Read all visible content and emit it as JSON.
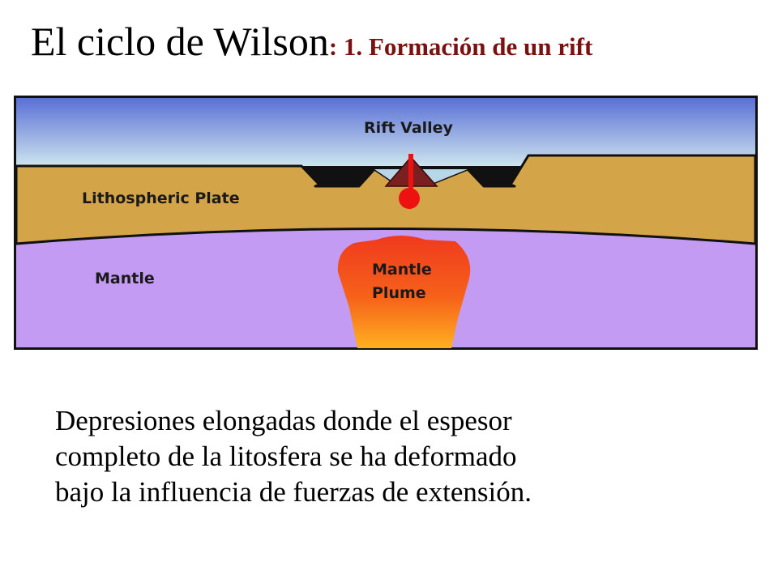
{
  "title": {
    "main": "El ciclo de Wilson",
    "sub": ": 1. Formación de un rift"
  },
  "diagram": {
    "labels": {
      "rift_valley": "Rift Valley",
      "lithospheric_plate": "Lithospheric Plate",
      "mantle": "Mantle",
      "plume_line1": "Mantle",
      "plume_line2": "Plume"
    },
    "colors": {
      "sky_top": "#5a6fd6",
      "sky_bottom": "#cde4ee",
      "plate": "#d4a548",
      "mantle": "#c39bf2",
      "plume_top": "#f03a1e",
      "plume_bottom": "#ffb020",
      "volcano": "#7a2020",
      "magma": "#ee1111",
      "frame": "#111111"
    }
  },
  "body": {
    "line1": "Depresiones elongadas donde el espesor",
    "line2": "completo de la litosfera se ha deformado",
    "line3": "bajo la influencia de fuerzas de extensión."
  }
}
